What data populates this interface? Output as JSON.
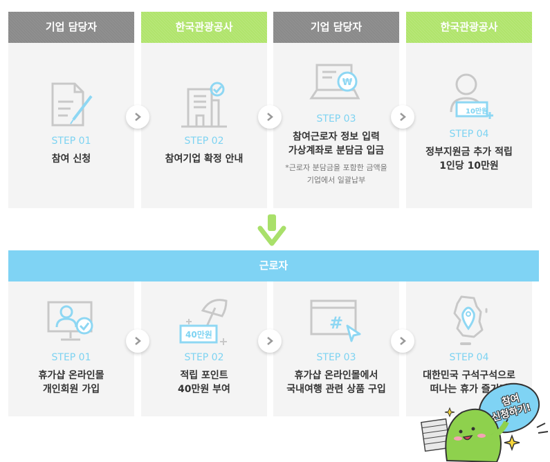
{
  "top": {
    "headers": [
      "기업 담당자",
      "한국관광공사",
      "기업 담당자",
      "한국관광공사"
    ],
    "steps": [
      {
        "step": "STEP 01",
        "line1": "참여 신청",
        "line2": ""
      },
      {
        "step": "STEP 02",
        "line1": "참여기업 확정 안내",
        "line2": ""
      },
      {
        "step": "STEP 03",
        "line1": "참여근로자 정보 입력",
        "line2": "가상계좌로 분담금 입금",
        "note1": "*근로자 분담금을 포함한 금액을",
        "note2": "기업에서 일괄납부"
      },
      {
        "step": "STEP 04",
        "line1": "정부지원금 추가 적립",
        "line2": "1인당 10만원",
        "badge": "10만원"
      }
    ]
  },
  "band": {
    "title": "근로자"
  },
  "bottom": {
    "steps": [
      {
        "step": "STEP 01",
        "line1": "휴가샵 온라인몰",
        "line2": "개인회원 가입"
      },
      {
        "step": "STEP 02",
        "line1": "적립 포인트",
        "line2": "40만원 부여",
        "badge": "40만원"
      },
      {
        "step": "STEP 03",
        "line1": "휴가샵 온라인몰에서",
        "line2": "국내여행 관련 상품 구입"
      },
      {
        "step": "STEP 04",
        "line1": "대한민국 구석구석으로",
        "line2": "떠나는 휴가 즐기기"
      }
    ]
  },
  "mascot": {
    "bubble_line1": "참여",
    "bubble_line2": "신청하기!"
  },
  "colors": {
    "gray": "#8a8a8a",
    "green": "#b0e46b",
    "blue": "#7fd3f4",
    "step_text": "#7dd3f2"
  }
}
